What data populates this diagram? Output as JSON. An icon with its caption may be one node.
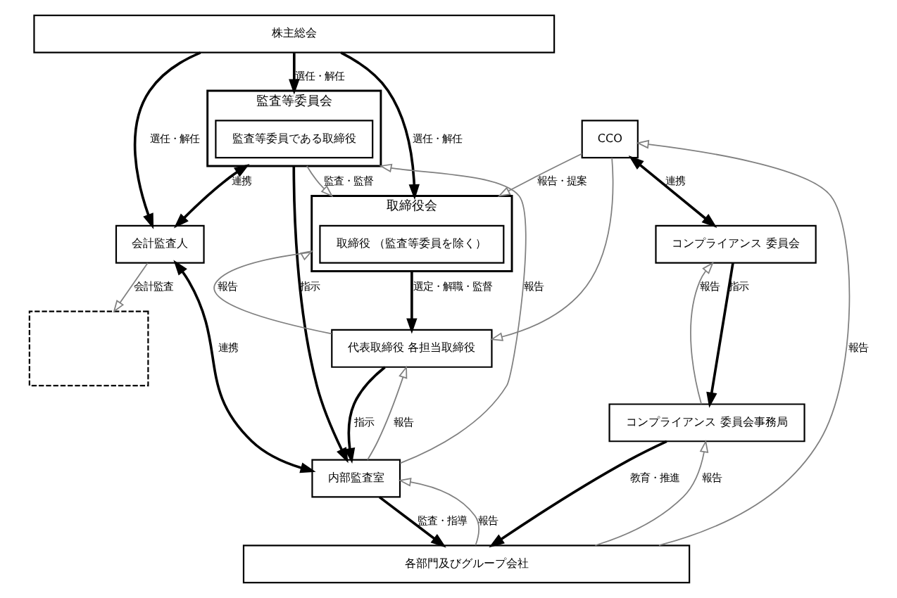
{
  "diagram": {
    "nodes": [
      {
        "text": [
          "株主総会"
        ]
      },
      {
        "text": [
          "CCO"
        ]
      },
      {
        "text": [
          "取締役会"
        ]
      },
      {
        "text": [
          "取締役 （監査等委員を除く）"
        ],
        "in": 2
      },
      {
        "text": [
          "監査等委員会"
        ]
      },
      {
        "text": [
          "監査等委員である取締役"
        ],
        "in": 4
      },
      {
        "text": [
          "コンプライアンス 委員会"
        ]
      },
      {
        "text": [
          "コンプライアンス 委員会事務局"
        ]
      },
      {
        "text": [
          "代表取締役 各担当取締役"
        ]
      },
      {
        "text": [
          "内部監査室"
        ]
      },
      {
        "text": [
          "会計監査人"
        ]
      },
      {
        "text": [
          "各部門及びグループ会社"
        ]
      },
      {
        "text": [],
        "shape": "box"
      }
    ],
    "edges": [
      {
        "from": 0,
        "to": 2,
        "arrow": "to",
        "label": "選任・解任"
      },
      {
        "from": 0,
        "to": 4,
        "arrow": "to",
        "label": "選任・解任"
      },
      {
        "from": 0,
        "to": 10,
        "arrow": "to",
        "label": "選任・解任"
      },
      {
        "from": 4,
        "to": 2,
        "arrow": "to",
        "label": "監査・監督",
        "color": "#808080"
      },
      {
        "from": 1,
        "to": 2,
        "arrow": "to",
        "label": "報告・提案",
        "color": "#808080"
      },
      {
        "from": 1,
        "to": 8,
        "arrow": "to",
        "color": "#808080"
      },
      {
        "from": 1,
        "to": 6,
        "arrow": "both",
        "label": "連携"
      },
      {
        "from": 6,
        "to": 7,
        "arrow": "to",
        "label": "指示"
      },
      {
        "from": 7,
        "to": 6,
        "arrow": "to",
        "label": "報告",
        "color": "#808080"
      },
      {
        "from": 7,
        "to": 11,
        "arrow": "to",
        "label": "教育・推進"
      },
      {
        "from": 11,
        "to": 7,
        "arrow": "to",
        "label": "報告",
        "color": "#808080"
      },
      {
        "from": 11,
        "to": 1,
        "arrow": "to",
        "label": "報告",
        "color": "#808080"
      },
      {
        "from": 2,
        "to": 8,
        "arrow": "to",
        "label": "選定・解職・監督"
      },
      {
        "from": 8,
        "to": 2,
        "arrow": "to",
        "label": "報告",
        "color": "#808080"
      },
      {
        "from": 8,
        "to": 9,
        "arrow": "to",
        "label": "指示"
      },
      {
        "from": 9,
        "to": 8,
        "arrow": "to",
        "label": "報告",
        "color": "#808080"
      },
      {
        "from": 4,
        "to": 9,
        "arrow": "to",
        "label": "指示"
      },
      {
        "from": 9,
        "to": 4,
        "arrow": "to",
        "label": "報告",
        "color": "#808080"
      },
      {
        "from": 4,
        "to": 10,
        "arrow": "both",
        "label": "連携"
      },
      {
        "from": 10,
        "to": 9,
        "arrow": "both",
        "label": "連携"
      },
      {
        "from": 10,
        "to": 12,
        "arrow": "to",
        "label": "会計監査",
        "color": "#808080"
      },
      {
        "from": 9,
        "to": 11,
        "arrow": "to",
        "label": "監査・指導"
      },
      {
        "from": 11,
        "to": 9,
        "arrow": "to",
        "label": "報告",
        "color": "#808080"
      }
    ]
  }
}
